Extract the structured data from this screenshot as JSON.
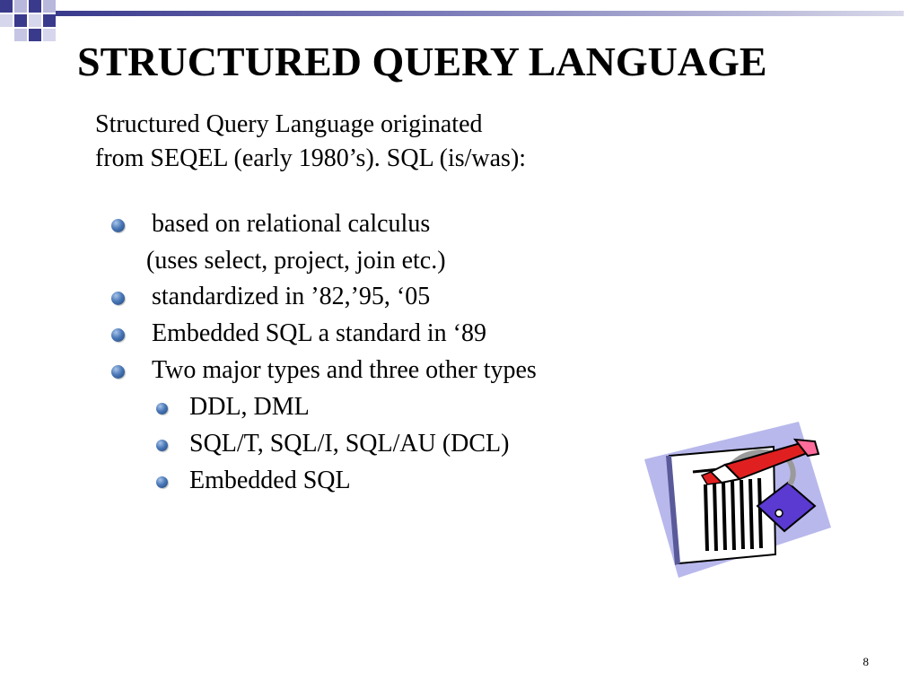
{
  "slide": {
    "title": "STRUCTURED QUERY LANGUAGE",
    "intro": {
      "line1": "Structured Query Language originated",
      "line2": "from SEQEL  (early 1980’s).  SQL (is/was):"
    },
    "bullets": [
      {
        "text": "based on relational calculus",
        "continuation": "(uses select, project, join etc.)"
      },
      {
        "text": "standardized in ’82,’95, ‘05"
      },
      {
        "text": "Embedded SQL a standard in ‘89"
      },
      {
        "text": "Two major types and three other types"
      }
    ],
    "sub_bullets": [
      {
        "text": "DDL, DML"
      },
      {
        "text": "SQL/T, SQL/I, SQL/AU (DCL)"
      },
      {
        "text": "Embedded SQL"
      }
    ],
    "page_number": "8",
    "bullet_icon": "sphere-bullet-icon",
    "clipart_icon": "document-pen-clipart-icon",
    "colors": {
      "bullet": "#4a78b8",
      "title": "#000000",
      "accent": "#3a3a8c"
    }
  }
}
